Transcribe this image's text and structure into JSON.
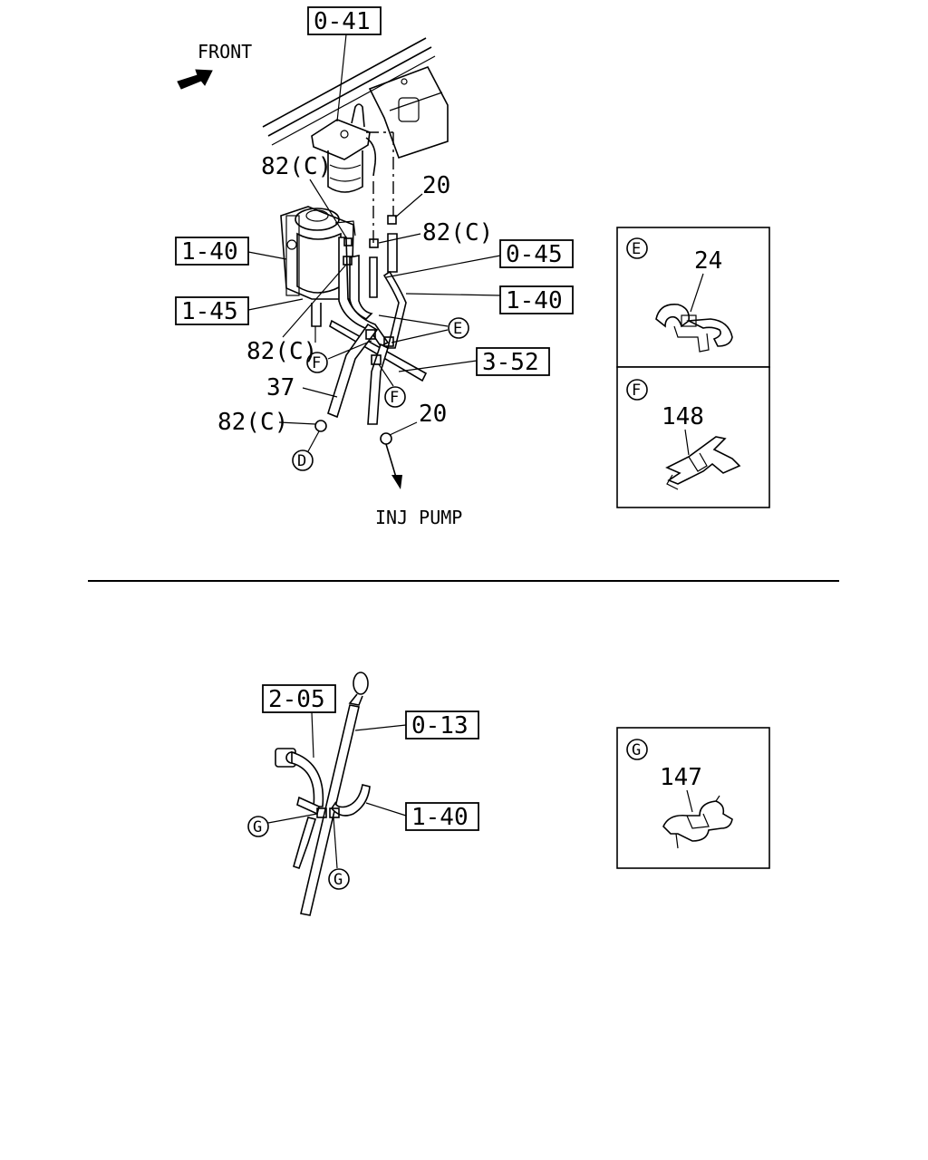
{
  "top": {
    "direction": "FRONT",
    "ref_labels": {
      "filter_assy": "0-41",
      "separator": "1-40",
      "bracket": "1-45",
      "hose_a": "0-45",
      "hose_b": "1-40",
      "pipe": "3-52"
    },
    "part_labels": {
      "clip_upper": "82(C)",
      "bolt_upper": "20",
      "clip_mid": "82(C)",
      "clip_lower": "82(C)",
      "hose": "37",
      "clip_bottom": "82(C)",
      "bolt_lower": "20"
    },
    "callouts": {
      "e": "E",
      "f_left": "F",
      "f_right": "F",
      "d": "D"
    },
    "destination": "INJ PUMP",
    "detail_e": {
      "letter": "E",
      "part": "24"
    },
    "detail_f": {
      "letter": "F",
      "part": "148"
    }
  },
  "bottom": {
    "ref_labels": {
      "pipe": "2-05",
      "gauge": "0-13",
      "hose": "1-40"
    },
    "callouts": {
      "g_left": "G",
      "g_bottom": "G"
    },
    "detail_g": {
      "letter": "G",
      "part": "147"
    }
  }
}
